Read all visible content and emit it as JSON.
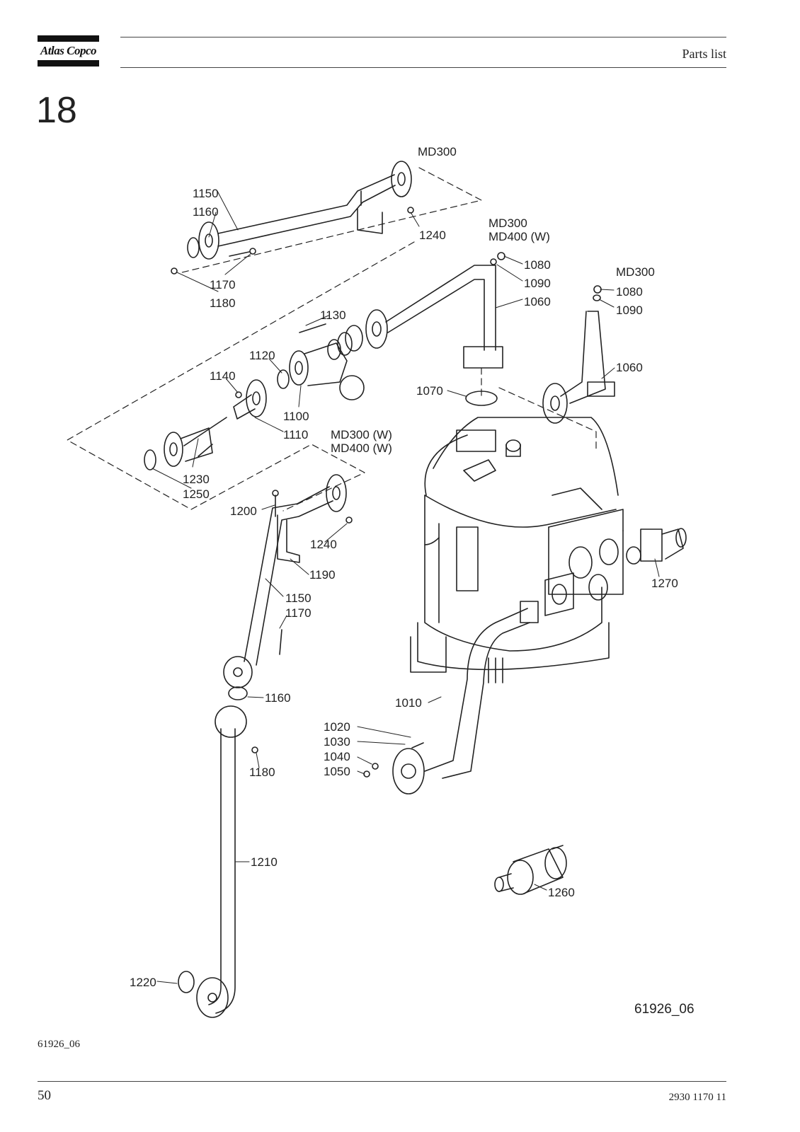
{
  "header": {
    "logo_text": "Atlas Copco",
    "title": "Parts list"
  },
  "section": {
    "number": "18"
  },
  "diagram": {
    "model_labels": {
      "top": "MD300",
      "middle_line1": "MD300",
      "middle_line2": "MD400 (W)",
      "right": "MD300",
      "lower_line1": "MD300 (W)",
      "lower_line2": "MD400 (W)"
    },
    "callouts": {
      "c1150a": "1150",
      "c1160a": "1160",
      "c1170a": "1170",
      "c1180a": "1180",
      "c1240a": "1240",
      "c1080a": "1080",
      "c1090a": "1090",
      "c1060a": "1060",
      "c1080b": "1080",
      "c1090b": "1090",
      "c1060b": "1060",
      "c1130": "1130",
      "c1120": "1120",
      "c1140": "1140",
      "c1100": "1100",
      "c1110": "1110",
      "c1070": "1070",
      "c1230": "1230",
      "c1250": "1250",
      "c1200": "1200",
      "c1240b": "1240",
      "c1190": "1190",
      "c1150b": "1150",
      "c1170b": "1170",
      "c1160b": "1160",
      "c1180b": "1180",
      "c1270": "1270",
      "c1010": "1010",
      "c1020": "1020",
      "c1030": "1030",
      "c1040": "1040",
      "c1050": "1050",
      "c1210": "1210",
      "c1260": "1260",
      "c1220": "1220"
    },
    "figure_code": "61926_06"
  },
  "footer": {
    "figure_id": "61926_06",
    "page_number": "50",
    "document_number": "2930 1170 11"
  }
}
